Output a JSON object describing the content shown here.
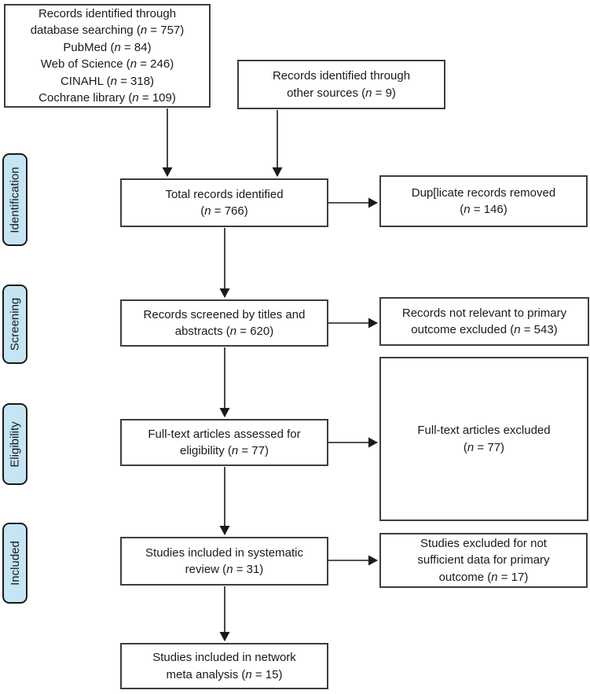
{
  "diagram": {
    "title": "PRISMA study selection flow diagram",
    "stages": [
      {
        "label": "Identification"
      },
      {
        "label": "Screening"
      },
      {
        "label": "Eligibility"
      },
      {
        "label": "Included"
      }
    ],
    "boxes": {
      "database": {
        "lines": [
          "Records identified through",
          "database searching (n = 757)",
          "PubMed (n = 84)",
          "Web of Science (n = 246)",
          "CINAHL (n = 318)",
          "Cochrane library (n = 109)"
        ]
      },
      "other_sources": {
        "lines": [
          "Records identified through",
          "other sources (n = 9)"
        ]
      },
      "total": {
        "lines": [
          "Total records identified",
          "(n = 766)"
        ]
      },
      "duplicates": {
        "lines": [
          "Dup[licate records removed",
          "(n = 146)"
        ]
      },
      "screened": {
        "lines": [
          "Records screened by titles and",
          "abstracts (n = 620)"
        ]
      },
      "not_relevant": {
        "lines": [
          "Records not relevant to primary",
          "outcome excluded (n = 543)"
        ]
      },
      "fulltext": {
        "lines": [
          "Full-text articles assessed for",
          "eligibility (n = 77)"
        ]
      },
      "fulltext_excluded": {
        "lines": [
          "Full-text articles excluded",
          "(n = 77)"
        ]
      },
      "systematic": {
        "lines": [
          "Studies included in systematic",
          "review (n = 31)"
        ]
      },
      "studies_excluded": {
        "lines": [
          "Studies excluded for not",
          "sufficient data for primary",
          "outcome (n = 17)"
        ]
      },
      "network": {
        "lines": [
          "Studies included in network",
          "meta analysis (n = 15)"
        ]
      }
    },
    "colors": {
      "background": "#ffffff",
      "box_border": "#3d3d3d",
      "stage_fill": "#c5e5f4",
      "stage_border": "#1a1a1a",
      "text": "#1a1a1a",
      "arrow": "#1a1a1a"
    }
  }
}
